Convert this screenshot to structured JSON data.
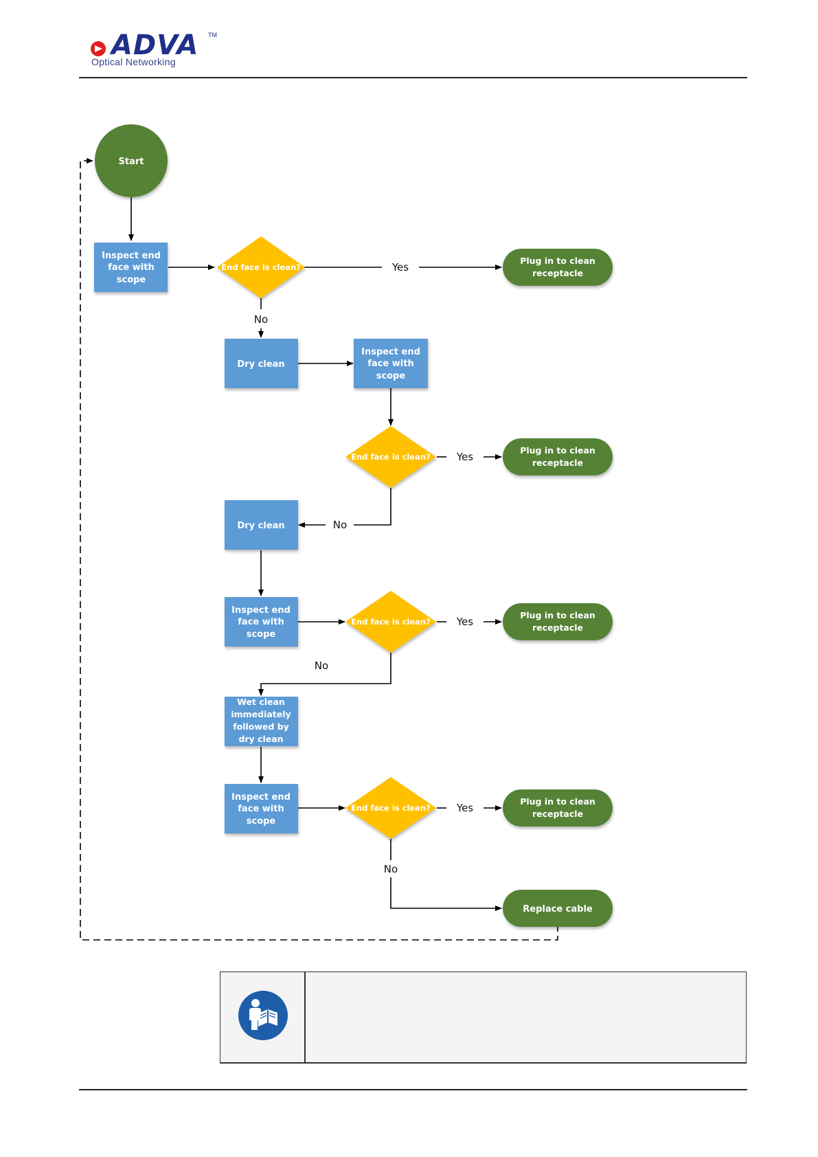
{
  "header": {
    "logo_word": "ADVA",
    "logo_trademark": "TM",
    "logo_subtitle": "Optical Networking"
  },
  "colors": {
    "process_blue": "#5b9bd5",
    "decision_yellow": "#ffc000",
    "terminal_green": "#548235",
    "logo_blue": "#1f2f8a",
    "logo_red": "#e02020",
    "manual_icon_blue": "#1e5ea8"
  },
  "flowchart": {
    "start": "Start",
    "inspect": "Inspect end face with scope",
    "decision": "End face is clean?",
    "yes": "Yes",
    "no": "No",
    "dry_clean": "Dry clean",
    "wet_clean": "Wet clean immediately followed by dry clean",
    "plug": "Plug in to clean receptacle",
    "replace": "Replace cable"
  },
  "note": {
    "icon": "read-manual-icon"
  }
}
